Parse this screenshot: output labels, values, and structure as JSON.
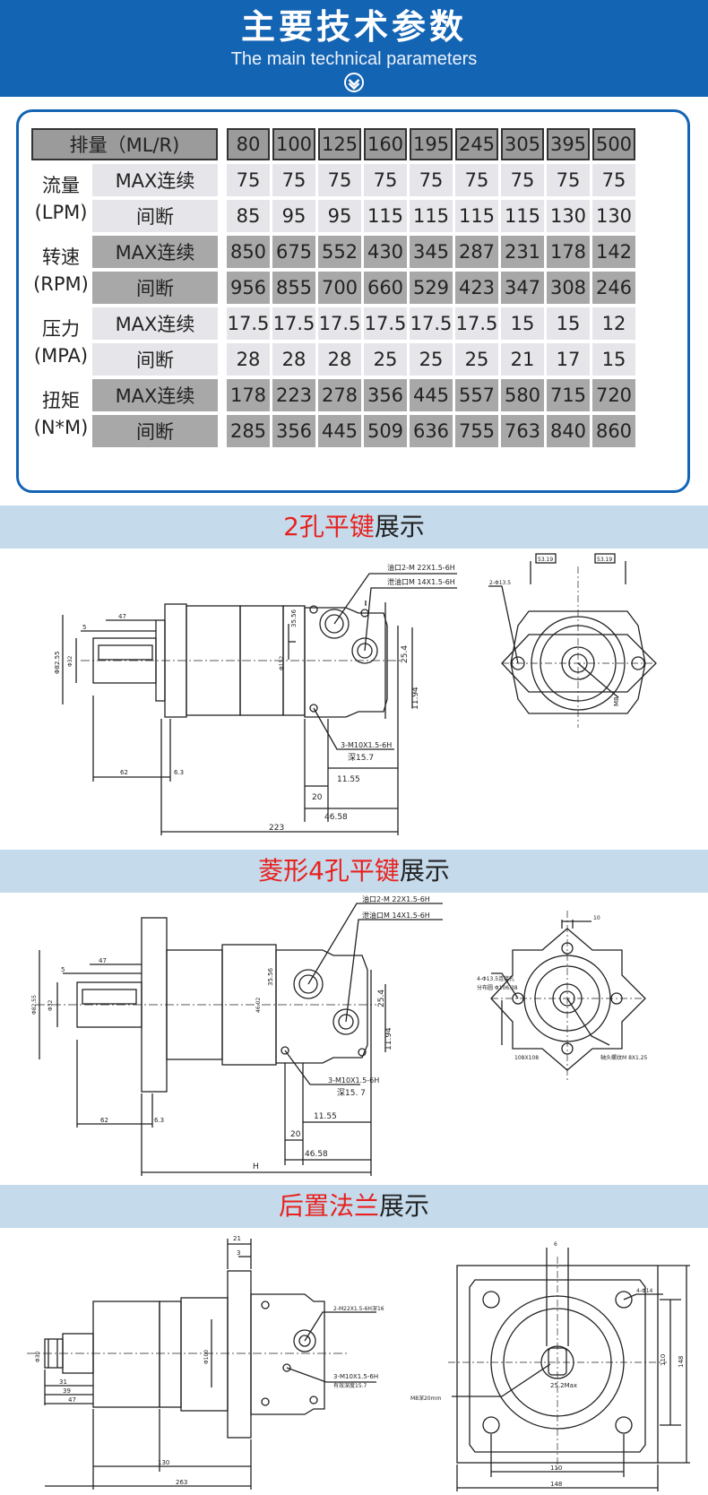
{
  "header": {
    "title": "主要技术参数",
    "subtitle": "The main technical parameters"
  },
  "table": {
    "displacement_label": "排量（ML/R)",
    "displacements": [
      "80",
      "100",
      "125",
      "160",
      "195",
      "245",
      "305",
      "395",
      "500"
    ],
    "groups": [
      {
        "name": "流量",
        "unit": "(LPM)",
        "rows": [
          {
            "label": "MAX连续",
            "values": [
              "75",
              "75",
              "75",
              "75",
              "75",
              "75",
              "75",
              "75",
              "75"
            ]
          },
          {
            "label": "间断",
            "values": [
              "85",
              "95",
              "95",
              "115",
              "115",
              "115",
              "115",
              "130",
              "130"
            ]
          }
        ]
      },
      {
        "name": "转速",
        "unit": "(RPM)",
        "rows": [
          {
            "label": "MAX连续",
            "values": [
              "850",
              "675",
              "552",
              "430",
              "345",
              "287",
              "231",
              "178",
              "142"
            ]
          },
          {
            "label": "间断",
            "values": [
              "956",
              "855",
              "700",
              "660",
              "529",
              "423",
              "347",
              "308",
              "246"
            ]
          }
        ]
      },
      {
        "name": "压力",
        "unit": "(MPA)",
        "rows": [
          {
            "label": "MAX连续",
            "values": [
              "17.5",
              "17.5",
              "17.5",
              "17.5",
              "17.5",
              "17.5",
              "15",
              "15",
              "12"
            ]
          },
          {
            "label": "间断",
            "values": [
              "28",
              "28",
              "28",
              "25",
              "25",
              "25",
              "21",
              "17",
              "15"
            ]
          }
        ]
      },
      {
        "name": "扭矩",
        "unit": "(N*M)",
        "rows": [
          {
            "label": "MAX连续",
            "values": [
              "178",
              "223",
              "278",
              "356",
              "445",
              "557",
              "580",
              "715",
              "720"
            ]
          },
          {
            "label": "间断",
            "values": [
              "285",
              "356",
              "445",
              "509",
              "636",
              "755",
              "763",
              "840",
              "860"
            ]
          }
        ]
      }
    ]
  },
  "sections": [
    {
      "red": "2孔平键",
      "black": "展示"
    },
    {
      "red": "菱形4孔平键",
      "black": "展示"
    },
    {
      "red": "后置法兰",
      "black": "展示"
    }
  ],
  "drawing1": {
    "port_note": "油口2-M 22X1.5-6H",
    "drain_note": "泄油口M 14X1.5-6H",
    "bolt_note": "3-M10X1.5-6H",
    "depth_note": "深15.7",
    "dims": {
      "d1": "11.55",
      "d2": "20",
      "d3": "46.58",
      "d4": "223",
      "d5": "62",
      "d6": "6.3",
      "d7": "5",
      "d8": "47",
      "d9": "25.4",
      "d10": "11.94",
      "d11": "35.56",
      "d12": "Φ82.55",
      "d13": "53.19",
      "d14": "53.19",
      "d15": "2-Φ13.5",
      "d16": "M8",
      "d17": "Φ32",
      "d18": "Φ152"
    }
  },
  "drawing2": {
    "port_note": "油口2-M 22X1.5-6H",
    "drain_note": "泄油口M 14X1.5-6H",
    "bolt_note": "3-M10X1.5-6H",
    "depth_note": "深15. 7",
    "hole_note": "4-Φ13.5连接孔",
    "circle_note": "分布圆 Φ106.38",
    "square_note": "108X108",
    "shaft_note": "轴头螺纹M 8X1.25",
    "dims": {
      "d1": "11.55",
      "d2": "20",
      "d3": "46.58",
      "d4": "H",
      "d5": "62",
      "d6": "6.3",
      "d7": "5",
      "d8": "47",
      "d9": "25.4",
      "d10": "11.94",
      "d11": "35.56",
      "d12": "10",
      "d13": "Φ82.55",
      "d14": "Φ32",
      "d15": "46.02"
    }
  },
  "drawing3": {
    "port_note": "2-M22X1.5-6H深16",
    "bolt_note": "3-M10X1.5-6H",
    "depth_note": "有效深度15.7",
    "slot_note": "M8深20mm",
    "dims": {
      "d1": "21",
      "d2": "3",
      "d3": "31",
      "d4": "39",
      "d5": "47",
      "d6": "130",
      "d7": "263",
      "d8": "25.2Max",
      "d9": "110",
      "d10": "148",
      "d11": "110",
      "d12": "148",
      "d13": "4-Φ14",
      "d14": "6",
      "d15": "Φ30",
      "d16": "Φ100"
    }
  }
}
